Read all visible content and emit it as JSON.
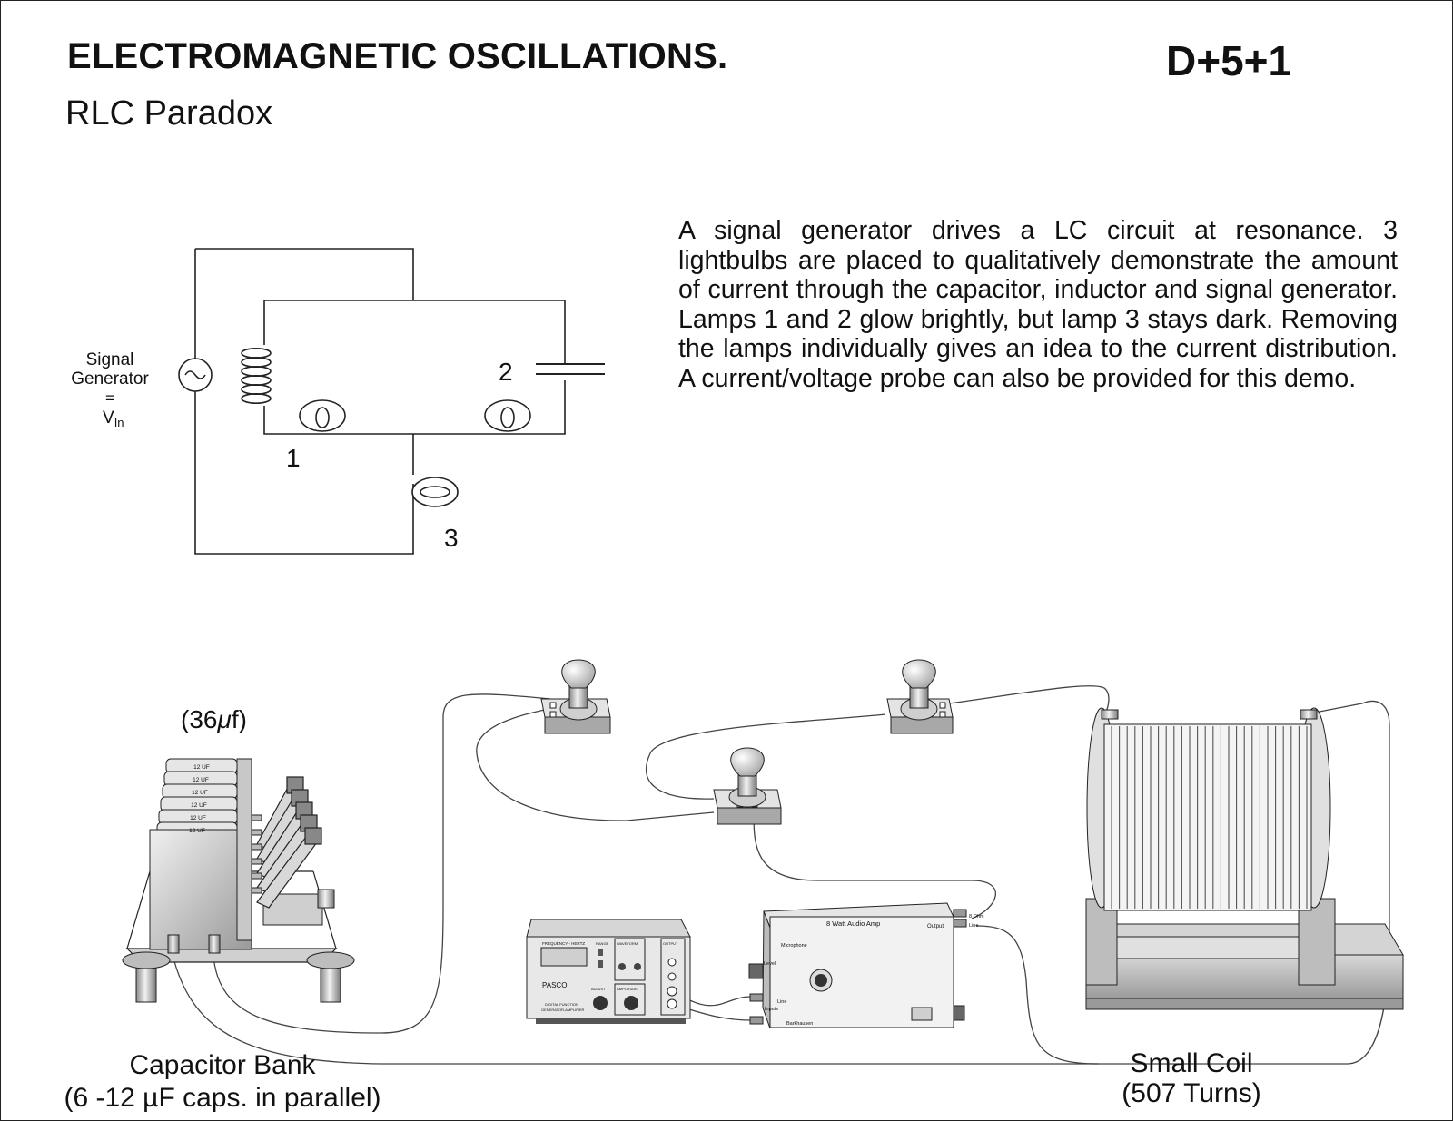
{
  "header": {
    "title": "ELECTROMAGNETIC OSCILLATIONS.",
    "code": "D+5+1",
    "subtitle": "RLC Paradox"
  },
  "description": "A signal generator drives a LC circuit at resonance. 3 lightbulbs are placed to qualitatively demonstrate the amount of current through the capacitor, inductor and signal generator. Lamps 1 and 2 glow brightly, but lamp 3 stays dark. Removing the lamps individually gives an idea to the current distribution. A current/voltage probe can also be provided for this demo.",
  "schematic": {
    "source_label_line1": "Signal",
    "source_label_line2": "Generator",
    "source_label_eq": "=",
    "source_label_v": "V",
    "source_label_sub": "In",
    "lamp1": "1",
    "lamp2": "2",
    "lamp3": "3"
  },
  "apparatus": {
    "cap_value": "(36",
    "cap_value_mu": "μ",
    "cap_value_f": "f)",
    "cap_unit_labels": [
      "12 UF",
      "12 UF",
      "12 UF",
      "12 UF",
      "12 UF",
      "12 UF"
    ],
    "cap_bank_label": "Capacitor Bank",
    "cap_bank_sub": "(6 -12 µF caps. in parallel)",
    "coil_label": "Small Coil",
    "coil_sub": "(507 Turns)",
    "generator_brand": "PASCO",
    "generator_freq": "FREQUENCY - HERTZ",
    "generator_range": "RANGE",
    "generator_waveform": "WAVEFORM",
    "generator_output": "OUTPUT",
    "generator_amplitude": "AMPLITUDE",
    "generator_adjust": "ADJUST",
    "generator_model_line1": "DIGITAL FUNCTION",
    "generator_model_line2": "GENERATOR-AMPLIFIER",
    "amp_title": "8 Watt Audio Amp",
    "amp_output": "Output",
    "amp_8ohm": "8 Ohm",
    "amp_line_out": "Line",
    "amp_microphone": "Microphone",
    "amp_level": "Level",
    "amp_line_in": "Line",
    "amp_inputs": "Inputs",
    "amp_barkhausen": "Barkhausen"
  }
}
